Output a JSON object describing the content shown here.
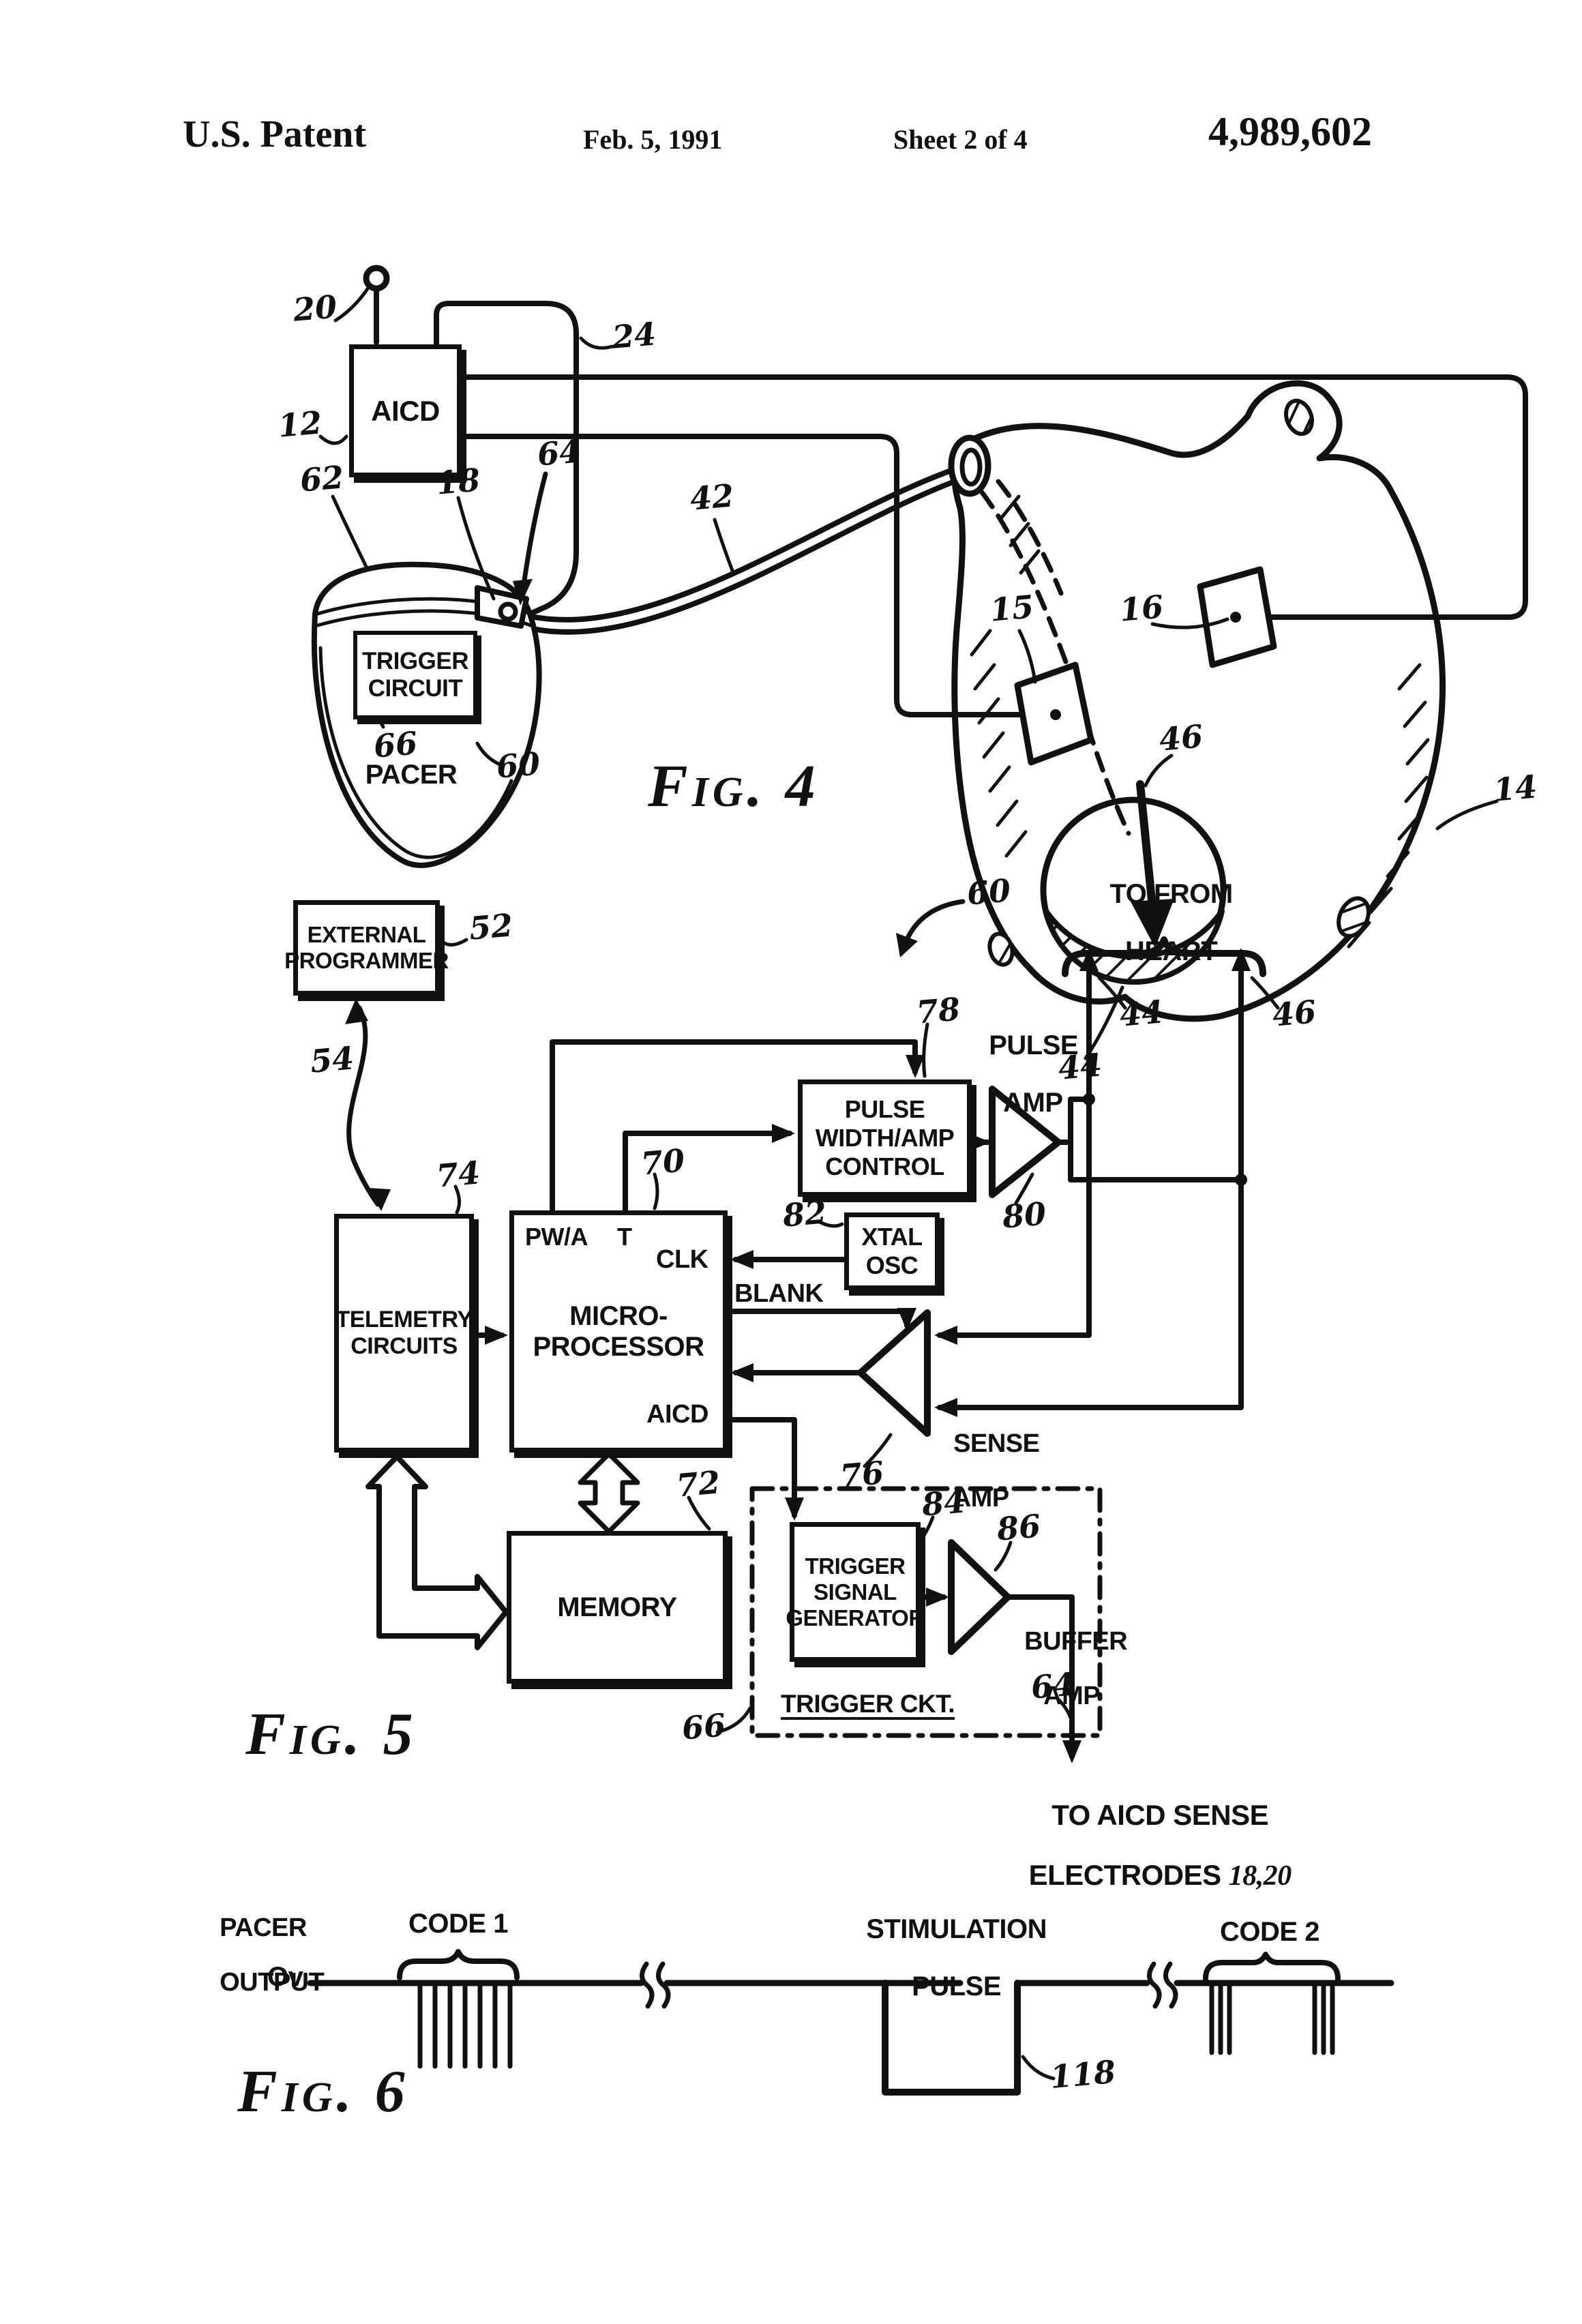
{
  "header": {
    "title": "U.S. Patent",
    "date": "Feb. 5, 1991",
    "sheet": "Sheet 2 of 4",
    "patent_number": "4,989,602"
  },
  "fig4": {
    "label": "Fig. 4",
    "aicd_box": "AICD",
    "trigger_circuit_line1": "TRIGGER",
    "trigger_circuit_line2": "CIRCUIT",
    "pacer": "PACER",
    "ref_20": "20",
    "ref_12": "12",
    "ref_24": "24",
    "ref_62": "62",
    "ref_18": "18",
    "ref_64": "64",
    "ref_42": "42",
    "ref_15": "15",
    "ref_16": "16",
    "ref_46": "46",
    "ref_44": "44",
    "ref_14": "14",
    "ref_66": "66",
    "ref_60": "60"
  },
  "fig5": {
    "label": "Fig. 5",
    "external_programmer_line1": "EXTERNAL",
    "external_programmer_line2": "PROGRAMMER",
    "telemetry_line1": "TELEMETRY",
    "telemetry_line2": "CIRCUITS",
    "micro_line1": "MICRO-",
    "micro_line2": "PROCESSOR",
    "pin_pwa": "PW/A",
    "pin_t": "T",
    "pin_clk": "CLK",
    "pin_aicd": "AICD",
    "pwac_line1": "PULSE",
    "pwac_line2": "WIDTH/AMP",
    "pwac_line3": "CONTROL",
    "pulse_amp_line1": "PULSE",
    "pulse_amp_line2": "AMP",
    "xtal_line1": "XTAL",
    "xtal_line2": "OSC",
    "blank": "BLANK",
    "sense_amp_line1": "SENSE",
    "sense_amp_line2": "AMP",
    "memory": "MEMORY",
    "tsg_line1": "TRIGGER",
    "tsg_line2": "SIGNAL",
    "tsg_line3": "GENERATOR",
    "buffer_amp_line1": "BUFFER",
    "buffer_amp_line2": "AMP",
    "trigger_ckt": "TRIGGER CKT.",
    "to_from": "TO/FROM",
    "heart": "HEART",
    "to_aicd_sense": "TO AICD SENSE",
    "electrodes": "ELECTRODES ",
    "electrodes_refs": "18,20",
    "ref_52": "52",
    "ref_54": "54",
    "ref_74": "74",
    "ref_70": "70",
    "ref_78": "78",
    "ref_80": "80",
    "ref_82": "82",
    "ref_60": "60",
    "ref_44": "44",
    "ref_46": "46",
    "ref_76": "76",
    "ref_72": "72",
    "ref_84": "84",
    "ref_86": "86",
    "ref_64": "64",
    "ref_66": "66"
  },
  "fig6": {
    "label": "Fig. 6",
    "pacer_output_line1": "PACER",
    "pacer_output_line2": "OUTPUT",
    "zero_v": "Ov",
    "code1": "CODE 1",
    "stimulation_line1": "STIMULATION",
    "stimulation_line2": "PULSE",
    "code2": "CODE 2",
    "ref_118": "118"
  }
}
